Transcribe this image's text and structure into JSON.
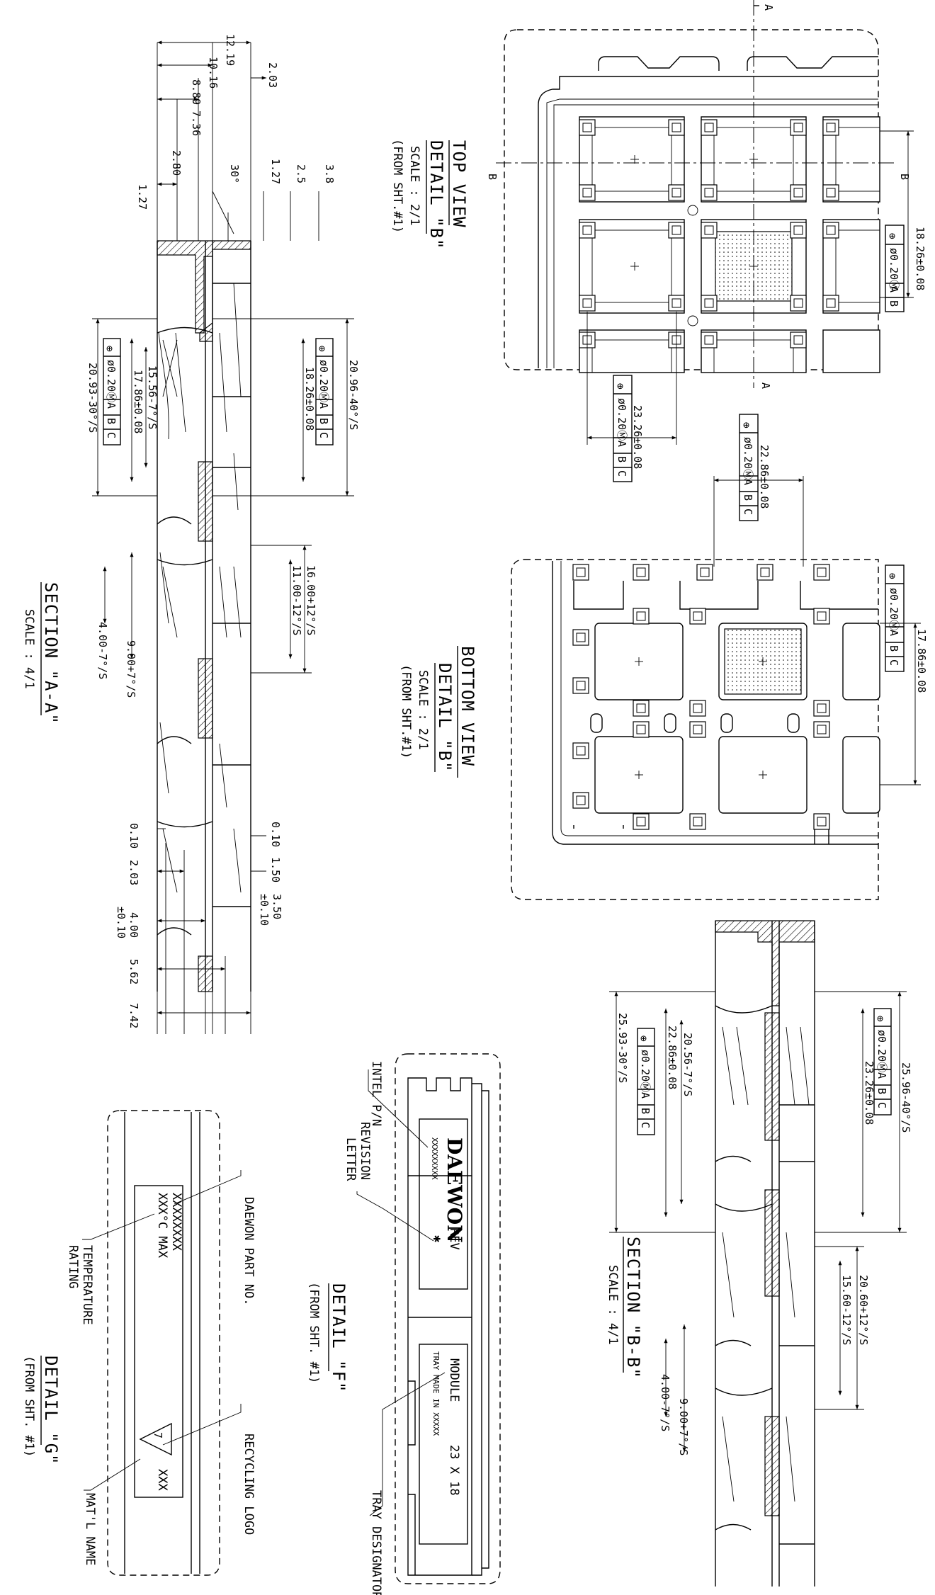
{
  "views": {
    "top_view": {
      "title": "TOP VIEW",
      "detail": "DETAIL \"B\"",
      "scale": "SCALE : 2/1",
      "from": "(FROM SHT.#1)"
    },
    "bottom_view": {
      "title": "BOTTOM VIEW",
      "detail": "DETAIL \"B\"",
      "scale": "SCALE : 2/1",
      "from": "(FROM SHT.#1)"
    },
    "section_aa": {
      "title": "SECTION \"A-A\"",
      "scale": "SCALE : 4/1"
    },
    "section_bb": {
      "title": "SECTION \"B-B\"",
      "scale": "SCALE : 4/1"
    },
    "detail_f": {
      "title": "DETAIL \"F\"",
      "from": "(FROM SHT. #1)"
    },
    "detail_g": {
      "title": "DETAIL \"G\"",
      "from": "(FROM SHT. #1)"
    }
  },
  "section_markers": {
    "a": "A",
    "b": "B"
  },
  "fcf": {
    "symbol": "⊕",
    "tol": "ø0.20Ⓜ",
    "a": "A",
    "b": "B",
    "c": "C"
  },
  "dims_aa": {
    "d1219": "12.19",
    "d1016": "10.16",
    "d889": "8.89",
    "d736": "7.36",
    "d203top": "2.03",
    "d280": "2.80",
    "d127a": "1.27",
    "d30": "30°",
    "d127b": "1.27",
    "d25": "2.5",
    "d38": "3.8",
    "d2096": "20.96-40°/S",
    "d1826": "18.26±0.08",
    "d2093": "20.93-30°/S",
    "d1786": "17.86±0.08",
    "d1556": "15.56-7°/S",
    "d1600": "16.00+12°/S",
    "d1100": "11.00-12°/S",
    "d400": "4.00-7°/S",
    "d900": "9.00+7°/S",
    "b010": "0.10",
    "b203": "2.03",
    "b400": "4.00",
    "b400tol": "±0.10",
    "b562": "5.62",
    "b742": "7.42",
    "r010": "0.10",
    "r150": "1.50",
    "r350": "3.50",
    "r350tol": "±0.10"
  },
  "dims_views": {
    "d1826": "18.26±0.08",
    "d2326": "23.26±0.08",
    "d2286": "22.86±0.08",
    "d1786": "17.86±0.08"
  },
  "dims_bb": {
    "d2596": "25.96-40°/S",
    "d2326": "23.26±0.08",
    "d2593": "25.93-30°/S",
    "d2286": "22.86±0.08",
    "d2056": "20.56-7°/S",
    "d2060": "20.60+12°/S",
    "d1560": "15.60-12°/S",
    "d400": "4.00-7°/S",
    "d900": "9.00+7°/S"
  },
  "detail_f": {
    "brand": "DAEWON",
    "part": "XXXXXXXXX",
    "rev": "REV",
    "rev_mark": "✱",
    "module": "MODULE",
    "size": "23 X 18",
    "made_in": "TRAY MADE IN XXXXX",
    "callout_intel": "INTEL P/N",
    "callout_rev1": "REVISION",
    "callout_rev2": "LETTER",
    "callout_tray": "TRAY DESIGNATOR"
  },
  "detail_g": {
    "part": "XXXXXXXX",
    "temp": "XXX°C MAX",
    "recycle_num": "7",
    "mat": "XXX",
    "callout_part": "DAEWON PART NO.",
    "callout_temp1": "TEMPERATURE",
    "callout_temp2": "RATING",
    "callout_recycle": "RECYCLING LOGO",
    "callout_mat": "MAT'L NAME"
  }
}
